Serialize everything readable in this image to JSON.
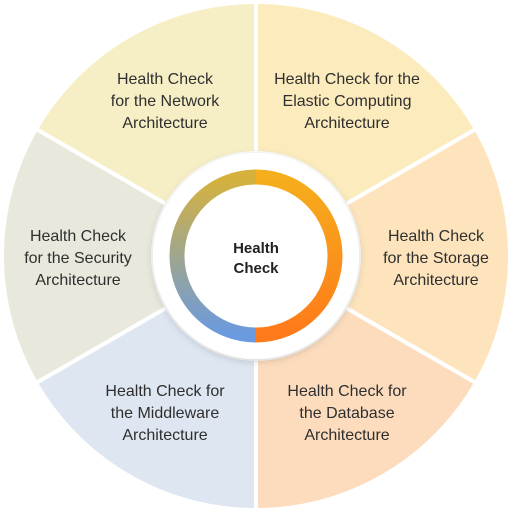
{
  "center": {
    "label_lines": [
      "Health",
      "Check"
    ],
    "ring_gradient_start": "#f5ae1c",
    "ring_gradient_end": "#ff7a1a",
    "ring_left_gradient_top": "#d6b23c",
    "ring_left_gradient_bottom": "#6a9ae0"
  },
  "segments": [
    {
      "id": "network",
      "lines": [
        "Health Check",
        "for the Network",
        "Architecture"
      ],
      "color": "#f6efc6"
    },
    {
      "id": "elastic-computing",
      "lines": [
        "Health Check for the",
        "Elastic Computing",
        "Architecture"
      ],
      "color": "#fbebbd"
    },
    {
      "id": "storage",
      "lines": [
        "Health Check",
        "for the Storage",
        "Architecture"
      ],
      "color": "#fde4bd"
    },
    {
      "id": "database",
      "lines": [
        "Health Check for",
        "the Database",
        "Architecture"
      ],
      "color": "#fcdcbd"
    },
    {
      "id": "middleware",
      "lines": [
        "Health Check for",
        "the Middleware",
        "Architecture"
      ],
      "color": "#dde6f1"
    },
    {
      "id": "security",
      "lines": [
        "Health Check",
        "for the Security",
        "Architecture"
      ],
      "color": "#e8e8dc"
    }
  ]
}
